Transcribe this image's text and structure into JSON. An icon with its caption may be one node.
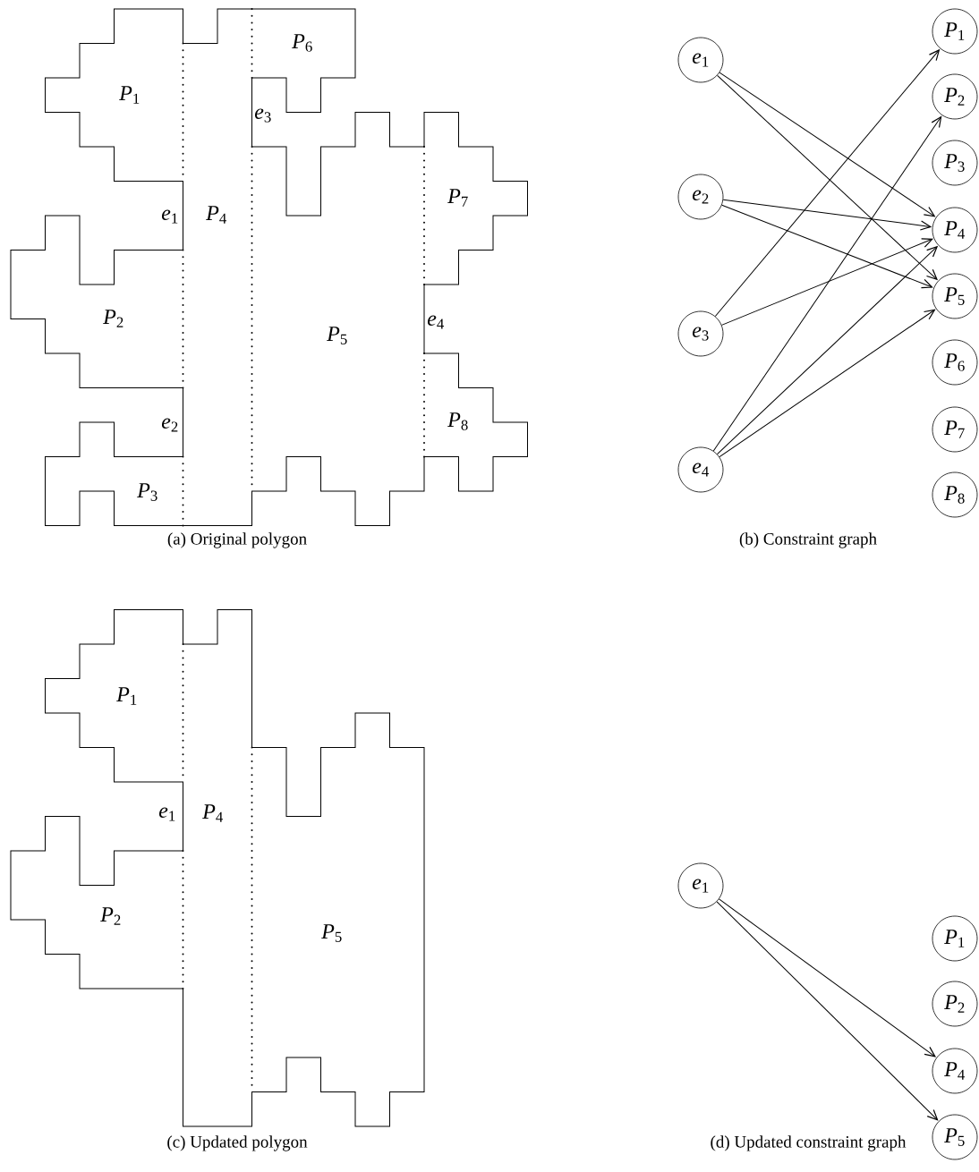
{
  "diagram": {
    "nodes": [
      {
        "text": [
          "*e*$_{1}$"
        ]
      },
      {
        "text": [
          "*e*$_{2}$"
        ]
      },
      {
        "text": [
          "*e*$_{3}$"
        ]
      },
      {
        "text": [
          "*e*$_{4}$"
        ]
      },
      {
        "text": [
          "*P*$_{1}$"
        ]
      },
      {
        "text": [
          "*P*$_{2}$"
        ]
      },
      {
        "text": [
          "*P*$_{3}$"
        ]
      },
      {
        "text": [
          "*P*$_{4}$"
        ]
      },
      {
        "text": [
          "*P*$_{5}$"
        ]
      },
      {
        "text": [
          "*P*$_{6}$"
        ]
      },
      {
        "text": [
          "*P*$_{7}$"
        ]
      },
      {
        "text": [
          "*P*$_{8}$"
        ]
      },
      {
        "text": [
          "*e*$_{1}$"
        ]
      },
      {
        "text": [
          "*P*$_{1}$"
        ]
      },
      {
        "text": [
          "*P*$_{2}$"
        ]
      },
      {
        "text": [
          "*P*$_{4}$"
        ]
      },
      {
        "text": [
          "*P*$_{5}$"
        ]
      }
    ],
    "edges": [
      {
        "from": 0,
        "to": 7,
        "arrow": "to"
      },
      {
        "from": 0,
        "to": 8,
        "arrow": "to"
      },
      {
        "from": 1,
        "to": 7,
        "arrow": "to"
      },
      {
        "from": 1,
        "to": 8,
        "arrow": "to"
      },
      {
        "from": 2,
        "to": 4,
        "arrow": "to"
      },
      {
        "from": 2,
        "to": 7,
        "arrow": "to"
      },
      {
        "from": 3,
        "to": 5,
        "arrow": "to"
      },
      {
        "from": 3,
        "to": 7,
        "arrow": "to"
      },
      {
        "from": 3,
        "to": 8,
        "arrow": "to"
      },
      {
        "from": 12,
        "to": 15,
        "arrow": "to"
      },
      {
        "from": 12,
        "to": 16,
        "arrow": "to"
      }
    ],
    "labels": [
      "*P*$_{6}$",
      "*P*$_{1}$",
      "*e*$_{3}$",
      "*P*$_{7}$",
      "*e*$_{1}$",
      "*P*$_{4}$",
      "*P*$_{2}$",
      "*e*$_{4}$",
      "*P*$_{5}$",
      "*e*$_{2}$",
      "*P*$_{8}$",
      "*P*$_{3}$",
      "(a) Original polygon",
      "(b) Constraint graph",
      "*P*$_{1}$",
      "*e*$_{1}$",
      "*P*$_{4}$",
      "*P*$_{2}$",
      "*P*$_{5}$",
      "(c) Updated polygon",
      "(d) Updated constraint graph"
    ]
  }
}
